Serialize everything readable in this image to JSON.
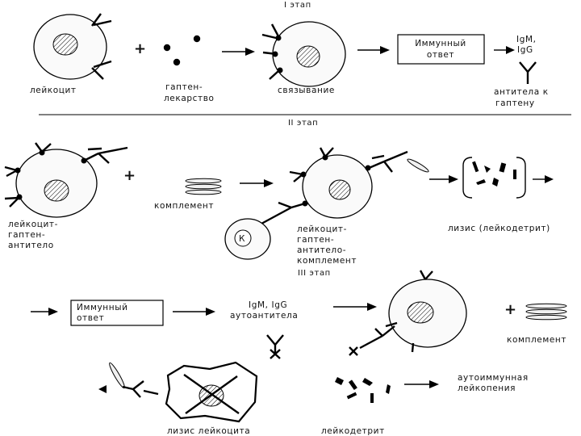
{
  "stage1": {
    "title": "I этап",
    "leukocyte": "лейкоцит",
    "hapten_line1": "гаптен-",
    "hapten_line2": "лекарство",
    "binding": "связывание",
    "immune_line1": "Иммунный",
    "immune_line2": "ответ",
    "ig_line1": "IgM,",
    "ig_line2": "IgG",
    "antibodies_line1": "антитела к",
    "antibodies_line2": "гаптену"
  },
  "stage2": {
    "title": "II этап",
    "complex_line1": "лейкоцит-",
    "complex_line2": "гаптен-",
    "complex_line3": "антитело",
    "complement": "комплемент",
    "killer": "К",
    "full_line1": "лейкоцит-",
    "full_line2": "гаптен-",
    "full_line3": "антитело-",
    "full_line4": "комплемент",
    "lysis": "лизис (лейкодетрит)"
  },
  "stage3": {
    "title": "III этап",
    "immune_line1": "Иммунный",
    "immune_line2": "ответ",
    "auto_line1": "IgM, IgG",
    "auto_line2": "аутоантитела",
    "complement": "комплемент",
    "result_line1": "аутоиммунная",
    "result_line2": "лейкопения",
    "cell_lysis": "лизис лейкоцита",
    "debris": "лейкодетрит"
  }
}
